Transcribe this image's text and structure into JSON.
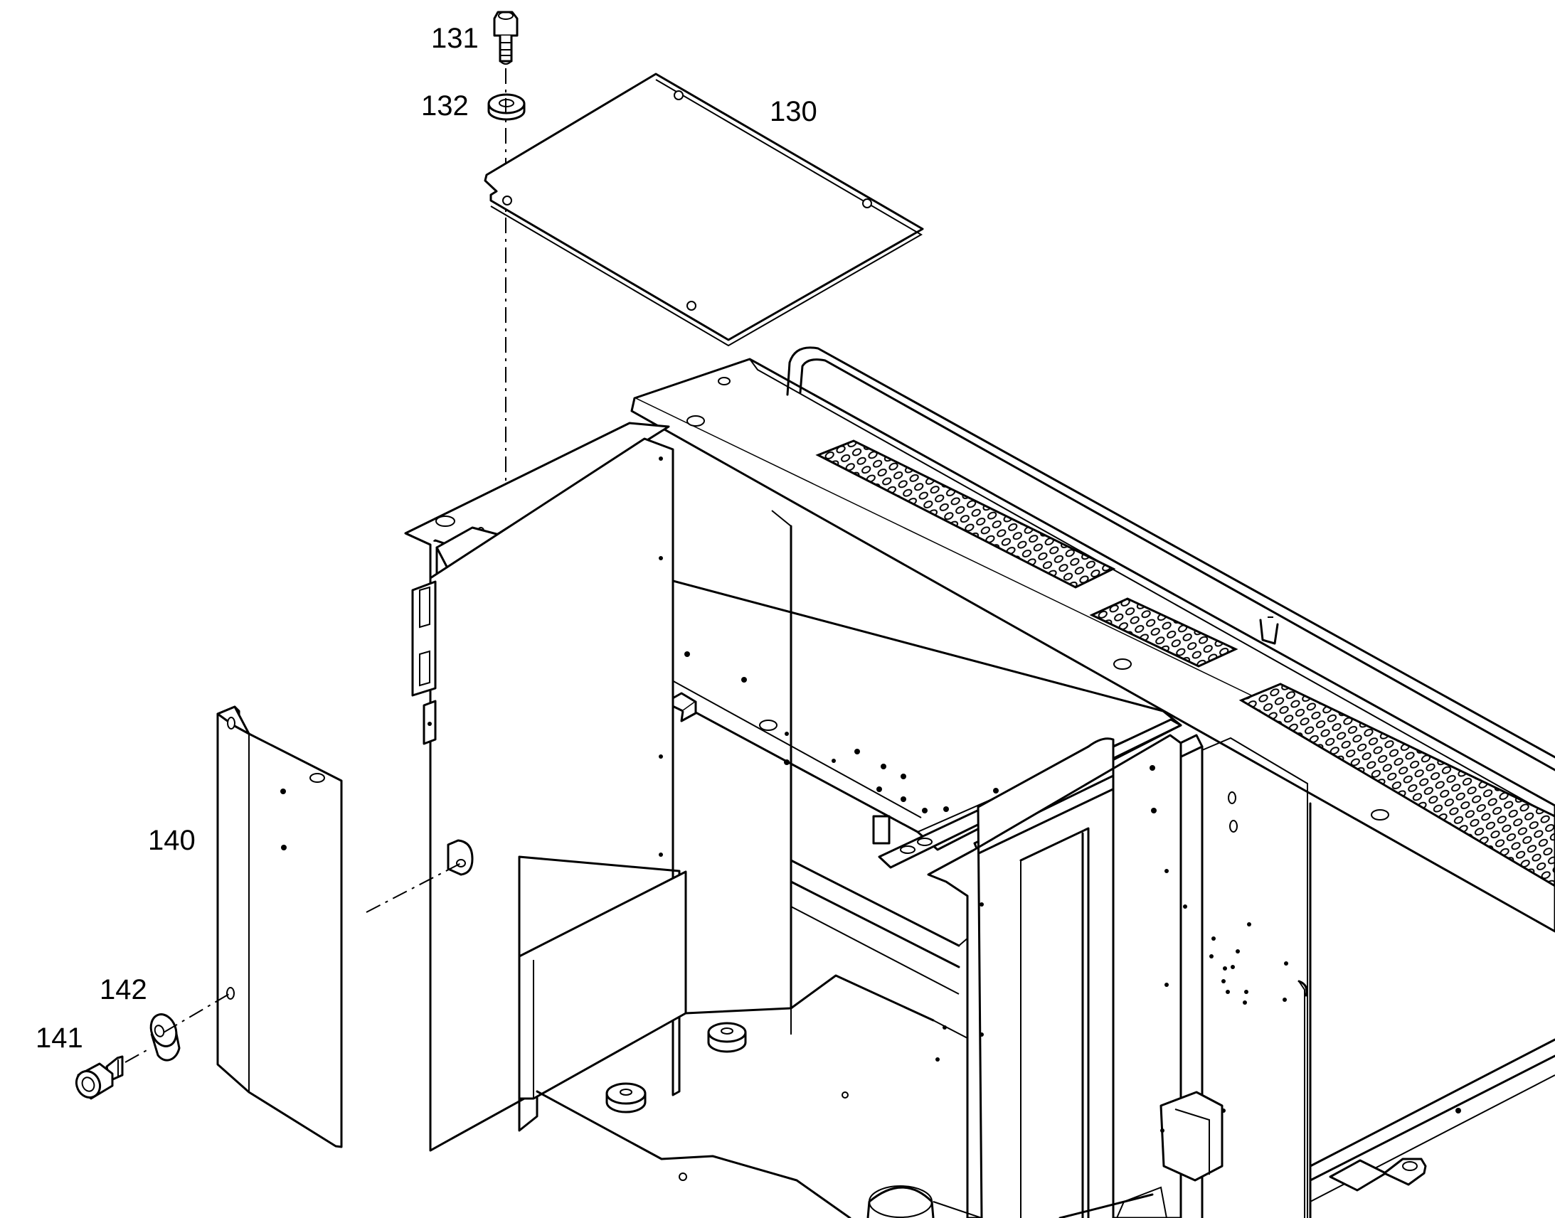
{
  "callouts": {
    "c130": "130",
    "c131": "131",
    "c132": "132",
    "c140": "140",
    "c141": "141",
    "c142": "142"
  },
  "colors": {
    "line": "#000000",
    "background": "#ffffff"
  }
}
